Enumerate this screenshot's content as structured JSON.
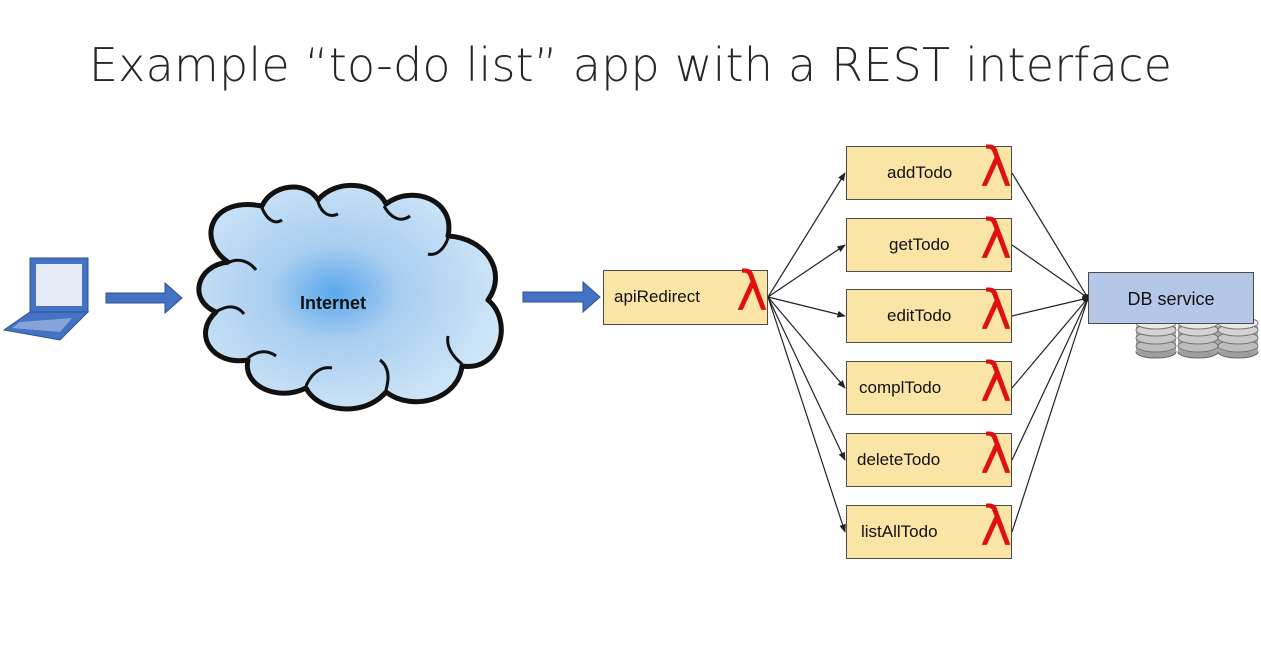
{
  "title": "Example “to-do list” app with a REST interface",
  "internet": {
    "label": "Internet"
  },
  "gateway": {
    "label": "apiRedirect",
    "icon": "lambda-icon"
  },
  "functions": [
    {
      "label": "addTodo",
      "icon": "lambda-icon"
    },
    {
      "label": "getTodo",
      "icon": "lambda-icon"
    },
    {
      "label": "editTodo",
      "icon": "lambda-icon"
    },
    {
      "label": "complTodo",
      "icon": "lambda-icon"
    },
    {
      "label": "deleteTodo",
      "icon": "lambda-icon"
    },
    {
      "label": "listAllTodo",
      "icon": "lambda-icon"
    }
  ],
  "database": {
    "label": "DB service",
    "icon": "database-icon"
  },
  "lambda_symbol": "λ",
  "colors": {
    "function_fill": "#fbe5a6",
    "db_fill": "#b4c7e7",
    "lambda": "#e01010",
    "arrow": "#4472c4",
    "laptop": "#4472c4",
    "cloud": "#bcdcf5"
  }
}
